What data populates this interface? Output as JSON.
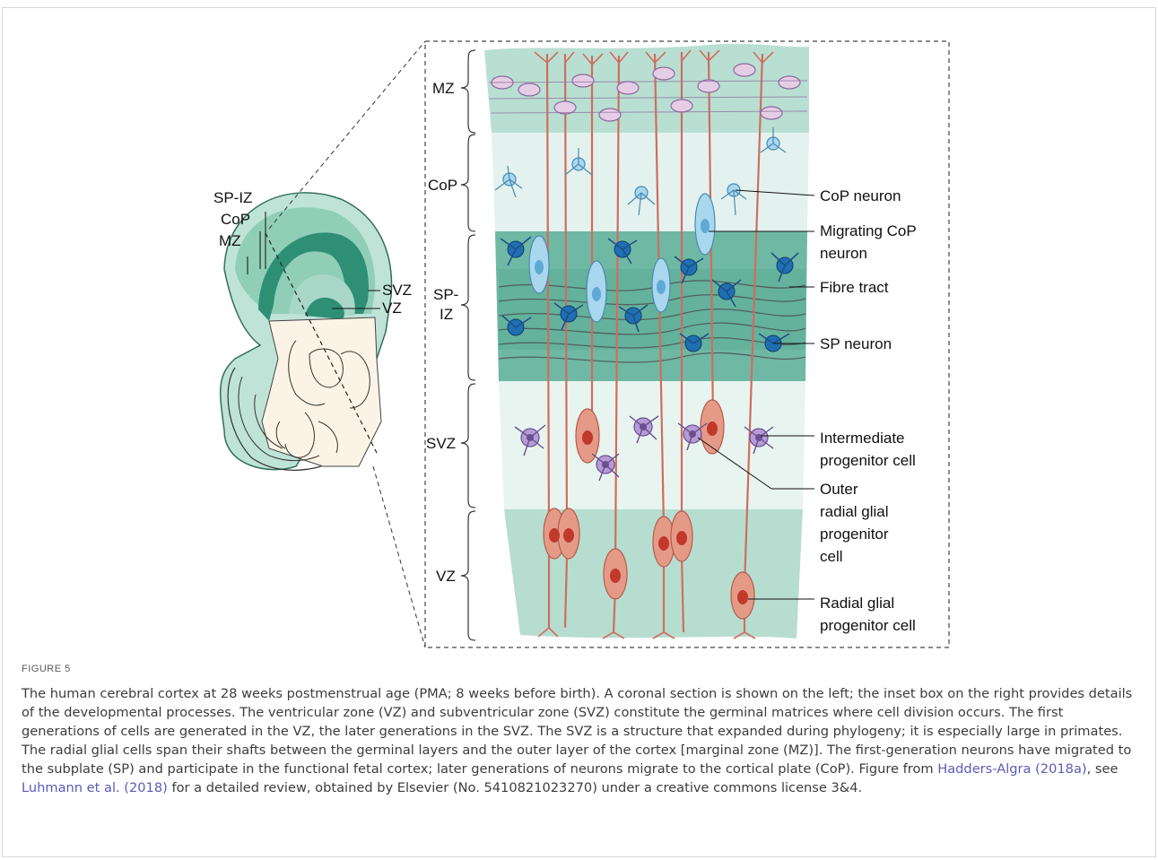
{
  "figure": {
    "coronal_labels": {
      "sp_iz": "SP-IZ",
      "cop": "CoP",
      "mz": "MZ",
      "svz": "SVZ",
      "vz": "VZ"
    },
    "layer_labels": {
      "mz": "MZ",
      "cop": "CoP",
      "sp": "SP-",
      "iz": "IZ",
      "svz": "SVZ",
      "vz": "VZ"
    },
    "annotations": {
      "cop_neuron": "CoP neuron",
      "migrating_1": "Migrating CoP",
      "migrating_2": "neuron",
      "fibre_tract": "Fibre tract",
      "sp_neuron": "SP neuron",
      "ipc_1": "Intermediate",
      "ipc_2": "progenitor cell",
      "org_1": "Outer",
      "org_2": "radial glial",
      "org_3": "progenitor",
      "org_4": "cell",
      "rg_1": "Radial glial",
      "rg_2": "progenitor cell"
    },
    "colors": {
      "mz_band": "#b9dfd3",
      "cop_band": "#e3f2ee",
      "sp_band": "#6fb8a4",
      "svz_band": "#e8f4f0",
      "vz_band": "#b7ddd1",
      "radial_glia": "#d4786a",
      "nucleus": "#c0392b",
      "cop_neuron": "#8fc8e6",
      "sp_neuron": "#1f6fb2",
      "ipc": "#9b7bbf",
      "coronal_cortex": "#2f8f74",
      "coronal_light": "#a8d7c7"
    }
  },
  "caption": {
    "label": "FIGURE 5",
    "text_1": "The human cerebral cortex at 28 weeks postmenstrual age (PMA; 8 weeks before birth). A coronal section is shown on the left; the inset box on the right provides details of the developmental processes. The ventricular zone (VZ) and subventricular zone (SVZ) constitute the germinal matrices where cell division occurs. The first generations of cells are generated in the VZ, the later generations in the SVZ. The SVZ is a structure that expanded during phylogeny; it is especially large in primates. The radial glial cells span their shafts between the germinal layers and the outer layer of the cortex [marginal zone (MZ)]. The first-generation neurons have migrated to the subplate (SP) and participate in the functional fetal cortex; later generations of neurons migrate to the cortical plate (CoP). Figure from ",
    "link_1": "Hadders-Algra (2018a)",
    "text_2": ", see ",
    "link_2": "Luhmann et al. (2018)",
    "text_3": " for a detailed review, obtained by Elsevier (No. 5410821023270) under a creative commons license 3&4."
  }
}
